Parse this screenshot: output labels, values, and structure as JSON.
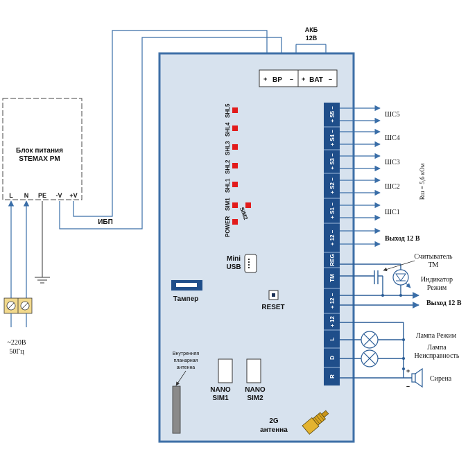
{
  "psu": {
    "title_line1": "Блок питания",
    "title_line2": "STEMAX PM",
    "pin_l": "L",
    "pin_n": "N",
    "pin_pe": "PE",
    "pin_minus": "-V",
    "pin_plus": "+V"
  },
  "mains": {
    "voltage": "~220В",
    "freq": "50Гц"
  },
  "ibp_label": "ИБП",
  "battery": {
    "line1": "АКБ",
    "line2": "12В"
  },
  "power_terminals": {
    "bp_plus": "+",
    "bp": "BP",
    "bp_minus": "–",
    "bat_plus": "+",
    "bat": "BAT",
    "bat_minus": "–"
  },
  "leds": {
    "shl5": "SHL5",
    "shl4": "SHL4",
    "shl3": "SHL3",
    "shl2": "SHL2",
    "shl1": "SHL1",
    "sim1": "SIM1",
    "sim2": "SIM2",
    "power": "POWER"
  },
  "mini_usb": {
    "line1": "Mini",
    "line2": "USB"
  },
  "tamper": "Тампер",
  "reset": "RESET",
  "antenna_internal": {
    "line1": "Внутренняя",
    "line2": "планарная",
    "line3": "антенна"
  },
  "sim1": {
    "line1": "NANO",
    "line2": "SIM1"
  },
  "sim2": {
    "line1": "NANO",
    "line2": "SIM2"
  },
  "antenna_2g": {
    "line1": "2G",
    "line2": "антенна"
  },
  "terminals": {
    "s5": "+ S5 –",
    "s4": "+ S4 –",
    "s3": "+ S3 –",
    "s2": "+ S2 –",
    "s1": "+ S1 –",
    "p12a": "+ 12 –",
    "reg": "REG",
    "tm": "TM",
    "p12b": "+ 12 –",
    "p12c": "+ 12",
    "l": "L",
    "d": "D",
    "r": "R"
  },
  "outputs": {
    "shs5": "ШС5",
    "shs4": "ШС4",
    "shs3": "ШС3",
    "shs2": "ШС2",
    "shs1": "ШС1",
    "rsh": "Rш = 5,6 кОм",
    "out12a": "Выход 12 В",
    "reader_line1": "Считыватель",
    "reader_line2": "ТМ",
    "indicator_line1": "Индикатор",
    "indicator_line2": "Режим",
    "out12b": "Выход 12 В",
    "lamp_mode": "Лампа Режим",
    "lamp_fault_line1": "Лампа",
    "lamp_fault_line2": "Неисправность",
    "siren": "Сирена",
    "siren_plus": "+",
    "siren_minus": "–"
  }
}
